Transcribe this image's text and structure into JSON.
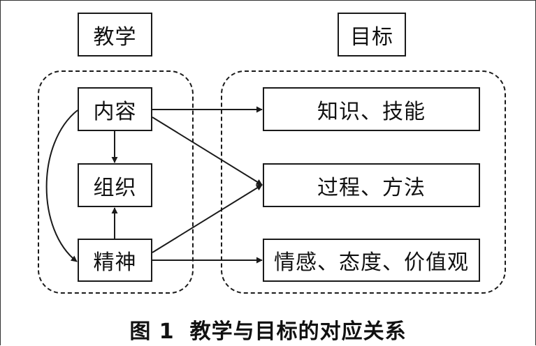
{
  "headers": {
    "left": "教学",
    "right": "目标"
  },
  "teaching": {
    "content": "内容",
    "organization": "组织",
    "spirit": "精神"
  },
  "goals": {
    "knowledge": "知识、技能",
    "process": "过程、方法",
    "emotion": "情感、态度、价值观"
  },
  "caption": {
    "figure_number": "图 1",
    "title": "教学与目标的对应关系"
  }
}
